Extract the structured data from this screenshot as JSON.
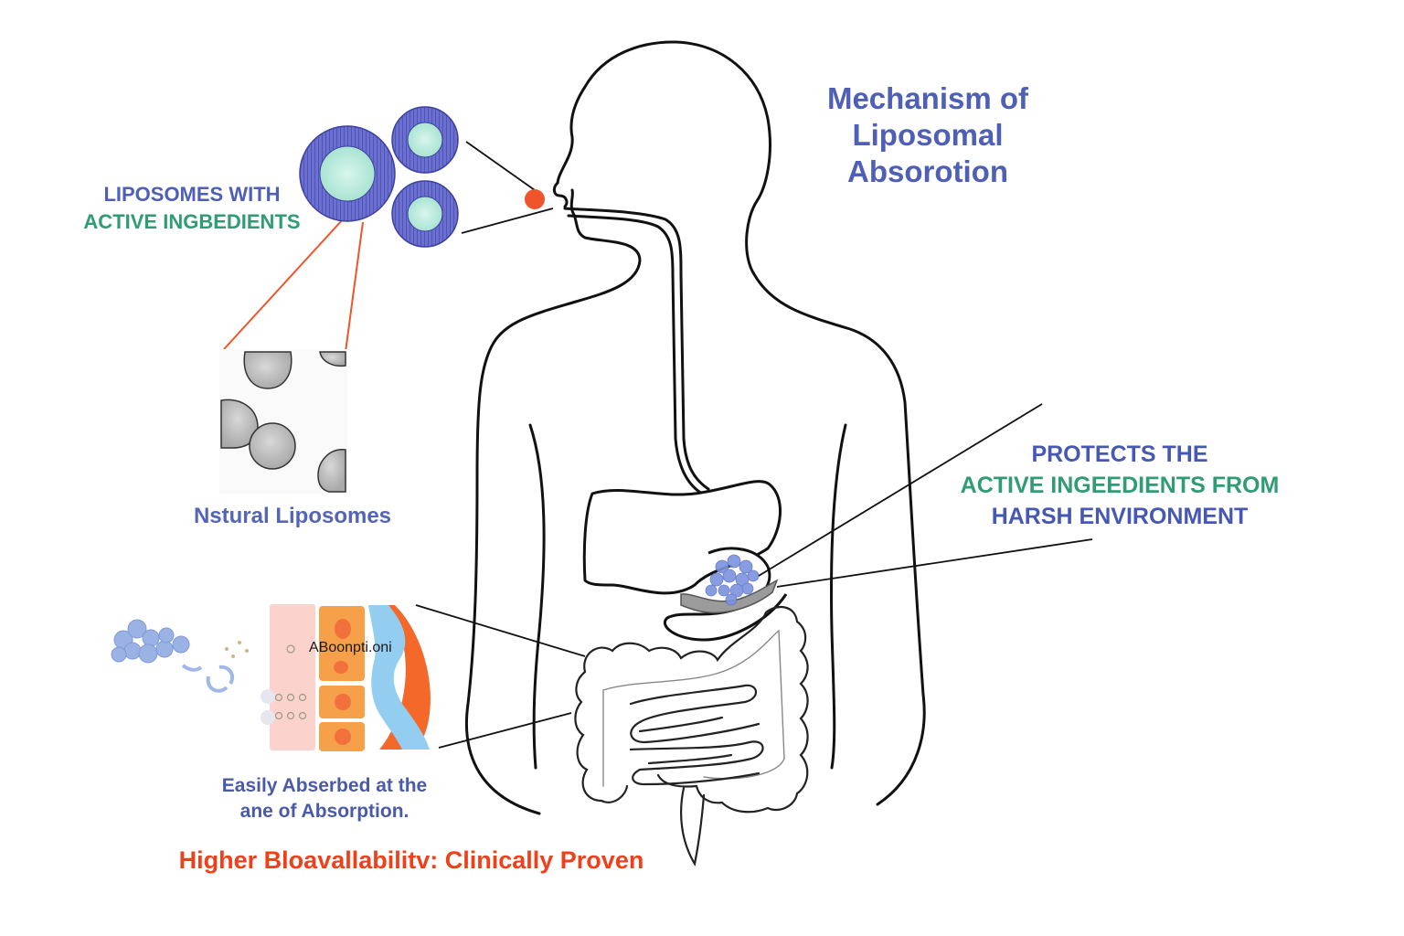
{
  "title": {
    "lines": [
      "Mechanism of",
      "Liposomal",
      "Absorotion"
    ]
  },
  "labels": {
    "liposomes_with": "LIPOSOMES WITH",
    "active_ingredients": "ACTIVE INGBEDIENTS",
    "natural_liposomes": "Nstural Liposomes",
    "protects_line1": "PROTECTS THE",
    "protects_line2": "ACTIVE INGEEDIENTS FROM",
    "protects_line3": "HARSH ENVIRONMENT",
    "absorbed_line1": "Easily Abserbed at the",
    "absorbed_line2": "ane of Absorption.",
    "absorption_panel_word": "ABoonpti.oni",
    "bioavailability": "Higher Bloavallabilitv: Clinically Proven"
  },
  "icons": {
    "liposome": "liposome-icon",
    "natural_liposome_micrograph": "micrograph-icon",
    "body_outline": "human-body-icon",
    "stomach": "stomach-icon",
    "intestines": "intestines-icon",
    "absorption_cells": "intestinal-wall-icon"
  },
  "colors": {
    "blue": "#4e5fb5",
    "green": "#2f9c73",
    "red": "#f0401a",
    "orange_dot": "#f0542a",
    "liposome_shell": "#4b4fb0",
    "liposome_core": "#bfeee0",
    "cell_pink": "#fbd3cc",
    "cell_orange": "#f6a04a",
    "vessel_blue": "#93cdef",
    "vessel_red": "#f4682a"
  }
}
